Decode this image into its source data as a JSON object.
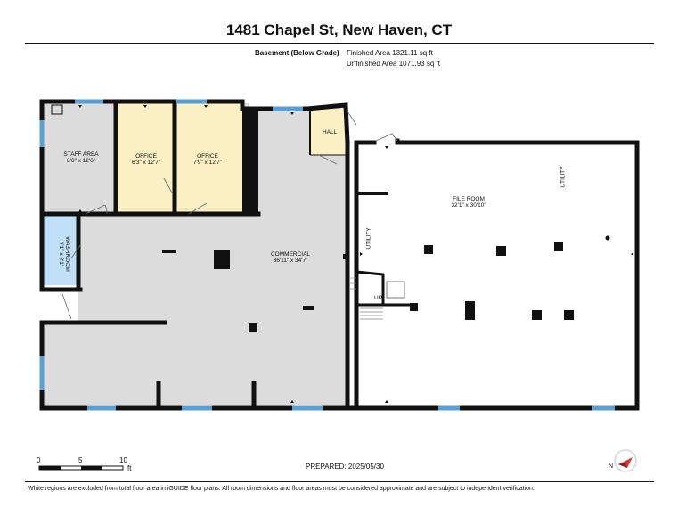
{
  "header": {
    "address": "1481 Chapel St, New Haven, CT",
    "level_name": "Basement (Below Grade)",
    "finished_area": "Finished Area 1321.11 sq ft",
    "unfinished_area": "Unfinished Area 1071.93 sq ft"
  },
  "rooms": {
    "staff_area": {
      "name": "STAFF AREA",
      "dims": "8'6\" x 12'6\""
    },
    "office1": {
      "name": "OFFICE",
      "dims": "6'3\" x 12'7\""
    },
    "office2": {
      "name": "OFFICE",
      "dims": "7'9\" x 12'7\""
    },
    "hall": {
      "name": "HALL"
    },
    "washroom": {
      "name": "WASHROOM",
      "dims": "4'1\" x 8'1\""
    },
    "commercial": {
      "name": "COMMERCIAL",
      "dims": "36'11\" x 34'7\""
    },
    "file_room": {
      "name": "FILE ROOM",
      "dims": "32'1\" x 30'10\""
    },
    "utility_left": {
      "name": "UTILITY"
    },
    "utility_right": {
      "name": "UTILITY"
    },
    "stairs": {
      "name": "UP"
    }
  },
  "scale": {
    "tick0": "0",
    "tick5": "5",
    "tick10": "10",
    "unit": "ft"
  },
  "prepared": "PREPARED: 2025/05/30",
  "footer": "White regions are excluded from total floor area in iGUIDE floor plans. All room dimensions and floor areas must be considered approximate and are subject to independent verification.",
  "compass_label": "N",
  "colors": {
    "wall": "#111111",
    "room_gray": "#dcdcdc",
    "office_yellow": "#fbf0c4",
    "washroom_blue": "#bfe0f7",
    "window": "#5a9fd4",
    "compass_red": "#d9383a"
  }
}
